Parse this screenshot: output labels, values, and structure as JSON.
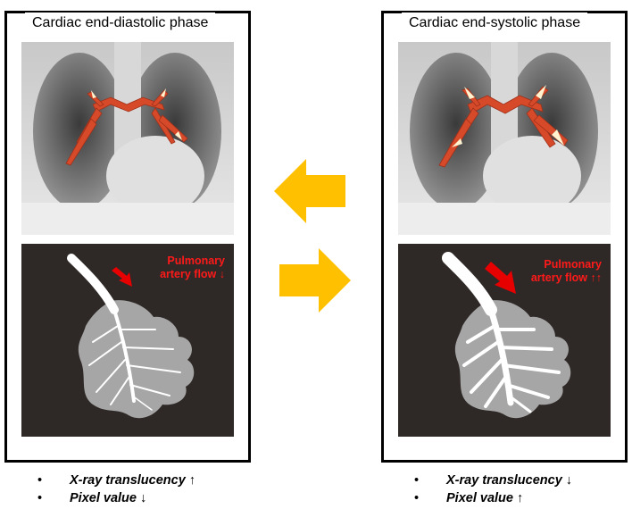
{
  "left_panel": {
    "title": "Cardiac end-diastolic phase",
    "flow_label": {
      "line1": "Pulmonary",
      "line2": "artery flow ↓"
    },
    "bullets": [
      {
        "dot": "•",
        "text": "X-ray translucency",
        "arrow": "↑"
      },
      {
        "dot": "•",
        "text": "Pixel value",
        "arrow": "↓"
      }
    ]
  },
  "right_panel": {
    "title": "Cardiac end-systolic phase",
    "flow_label": {
      "line1": "Pulmonary",
      "line2": "artery flow ↑↑"
    },
    "bullets": [
      {
        "dot": "•",
        "text": "X-ray translucency",
        "arrow": "↓"
      },
      {
        "dot": "•",
        "text": "Pixel value",
        "arrow": "↑"
      }
    ]
  },
  "colors": {
    "cycle_arrow": "#ffc000",
    "flow_arrow": "#e60000",
    "flow_text": "#ff1a1a",
    "lung_bg": "#2e2826",
    "lung_tissue": "#a6a6a6",
    "vessel": "#ffffff",
    "artery_overlay": "#d64a2a"
  }
}
